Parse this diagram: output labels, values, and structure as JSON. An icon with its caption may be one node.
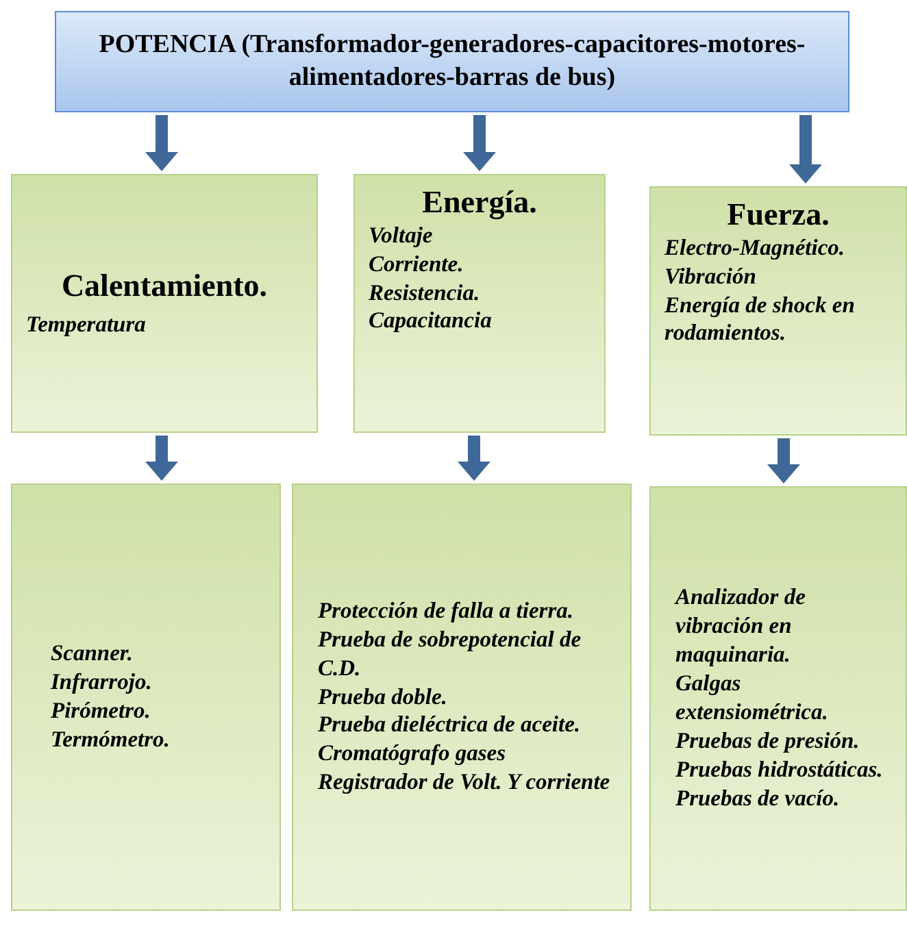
{
  "diagram": {
    "nodes": [
      {
        "text": [
          "POTENCIA (Transformador-generadores-capacitores-motores-alimentadores-barras de bus)"
        ]
      },
      {
        "text": [
          "Calentamiento.",
          "Temperatura"
        ]
      },
      {
        "text": [
          "Energía.",
          "Voltaje",
          "Corriente.",
          "Resistencia.",
          "Capacitancia"
        ]
      },
      {
        "text": [
          "Fuerza.",
          "Electro-Magnético.",
          "Vibración",
          "Energía de shock en rodamientos."
        ]
      },
      {
        "text": [
          "Scanner.",
          "Infrarrojo.",
          "Pirómetro.",
          "Termómetro."
        ]
      },
      {
        "text": [
          "Protección de falla a tierra.",
          "Prueba de sobrepotencial de C.D.",
          "Prueba doble.",
          "Prueba dieléctrica de aceite.",
          "Cromatógrafo gases",
          "Registrador de Volt. Y corriente"
        ]
      },
      {
        "text": [
          "Analizador de vibración en maquinaria.",
          "Galgas extensiométrica.",
          "Pruebas de presión.",
          "Pruebas hidrostáticas.",
          "Pruebas de vacío."
        ]
      }
    ],
    "edges": [
      {
        "from": 0,
        "to": 1,
        "arrow": "to"
      },
      {
        "from": 0,
        "to": 2,
        "arrow": "to"
      },
      {
        "from": 0,
        "to": 3,
        "arrow": "to"
      },
      {
        "from": 1,
        "to": 4,
        "arrow": "to"
      },
      {
        "from": 2,
        "to": 5,
        "arrow": "to"
      },
      {
        "from": 3,
        "to": 6,
        "arrow": "to"
      }
    ]
  }
}
